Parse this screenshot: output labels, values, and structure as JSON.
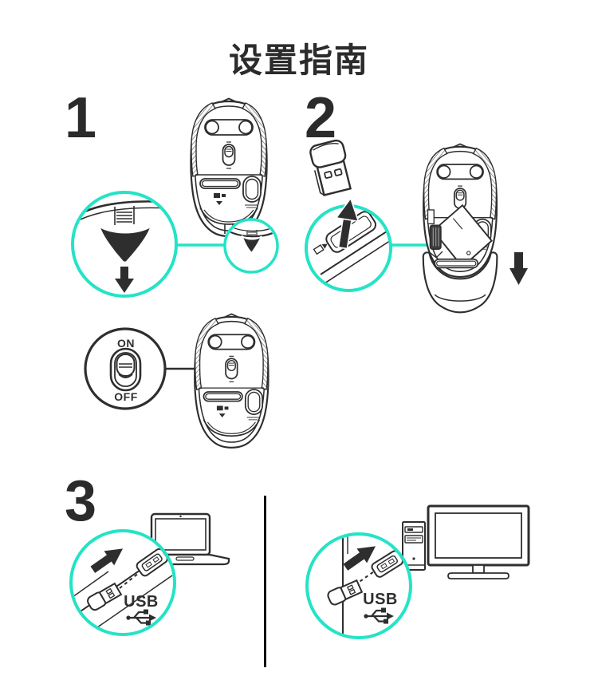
{
  "title": "设置指南",
  "colors": {
    "accent": "#24e3c6",
    "ink": "#2e2e2e",
    "background": "#ffffff"
  },
  "steps": {
    "step1": {
      "number": "1"
    },
    "step2": {
      "number": "2"
    },
    "step3": {
      "number": "3"
    }
  },
  "power_switch": {
    "on_label": "ON",
    "off_label": "OFF"
  },
  "usb": {
    "label": "USB"
  }
}
